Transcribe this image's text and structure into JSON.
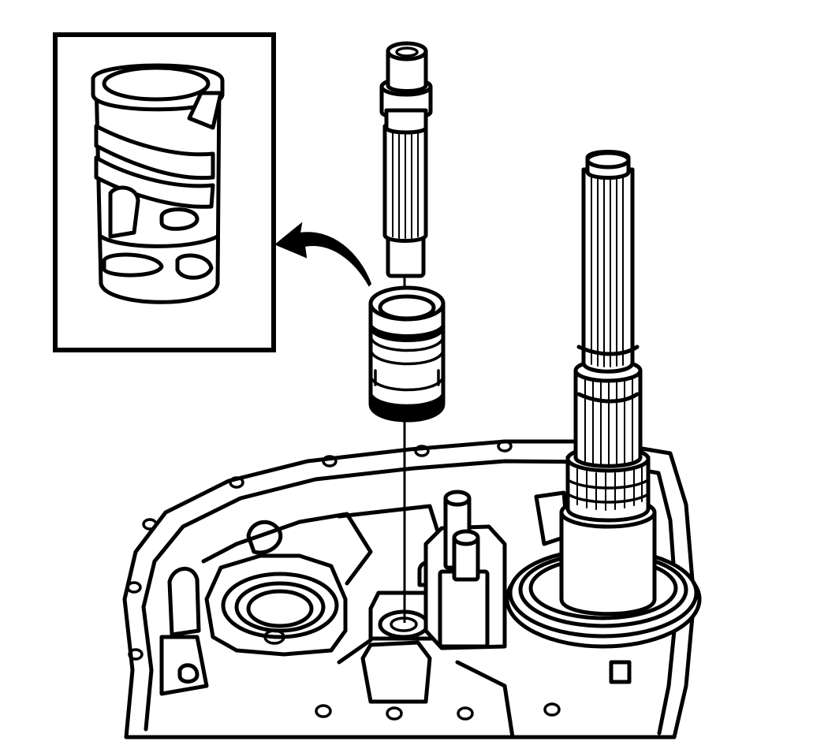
{
  "figure": {
    "description_visible_text": "",
    "style": "black line-art technical illustration on white background",
    "colors": {
      "line": "#000000",
      "background": "#ffffff"
    }
  },
  "components": [
    {
      "id": "inset-detail-box",
      "icon": "zoomed-part-detail"
    },
    {
      "id": "callout-arrow",
      "icon": "curved-arrow-left"
    },
    {
      "id": "installer-tool",
      "icon": "splined-driver-tool"
    },
    {
      "id": "sleeve-part",
      "icon": "grooved-sleeve"
    },
    {
      "id": "output-shaft",
      "icon": "splined-shaft"
    },
    {
      "id": "transmission-case",
      "icon": "case-housing"
    },
    {
      "id": "alignment-line",
      "icon": "vertical-guide-line"
    }
  ]
}
